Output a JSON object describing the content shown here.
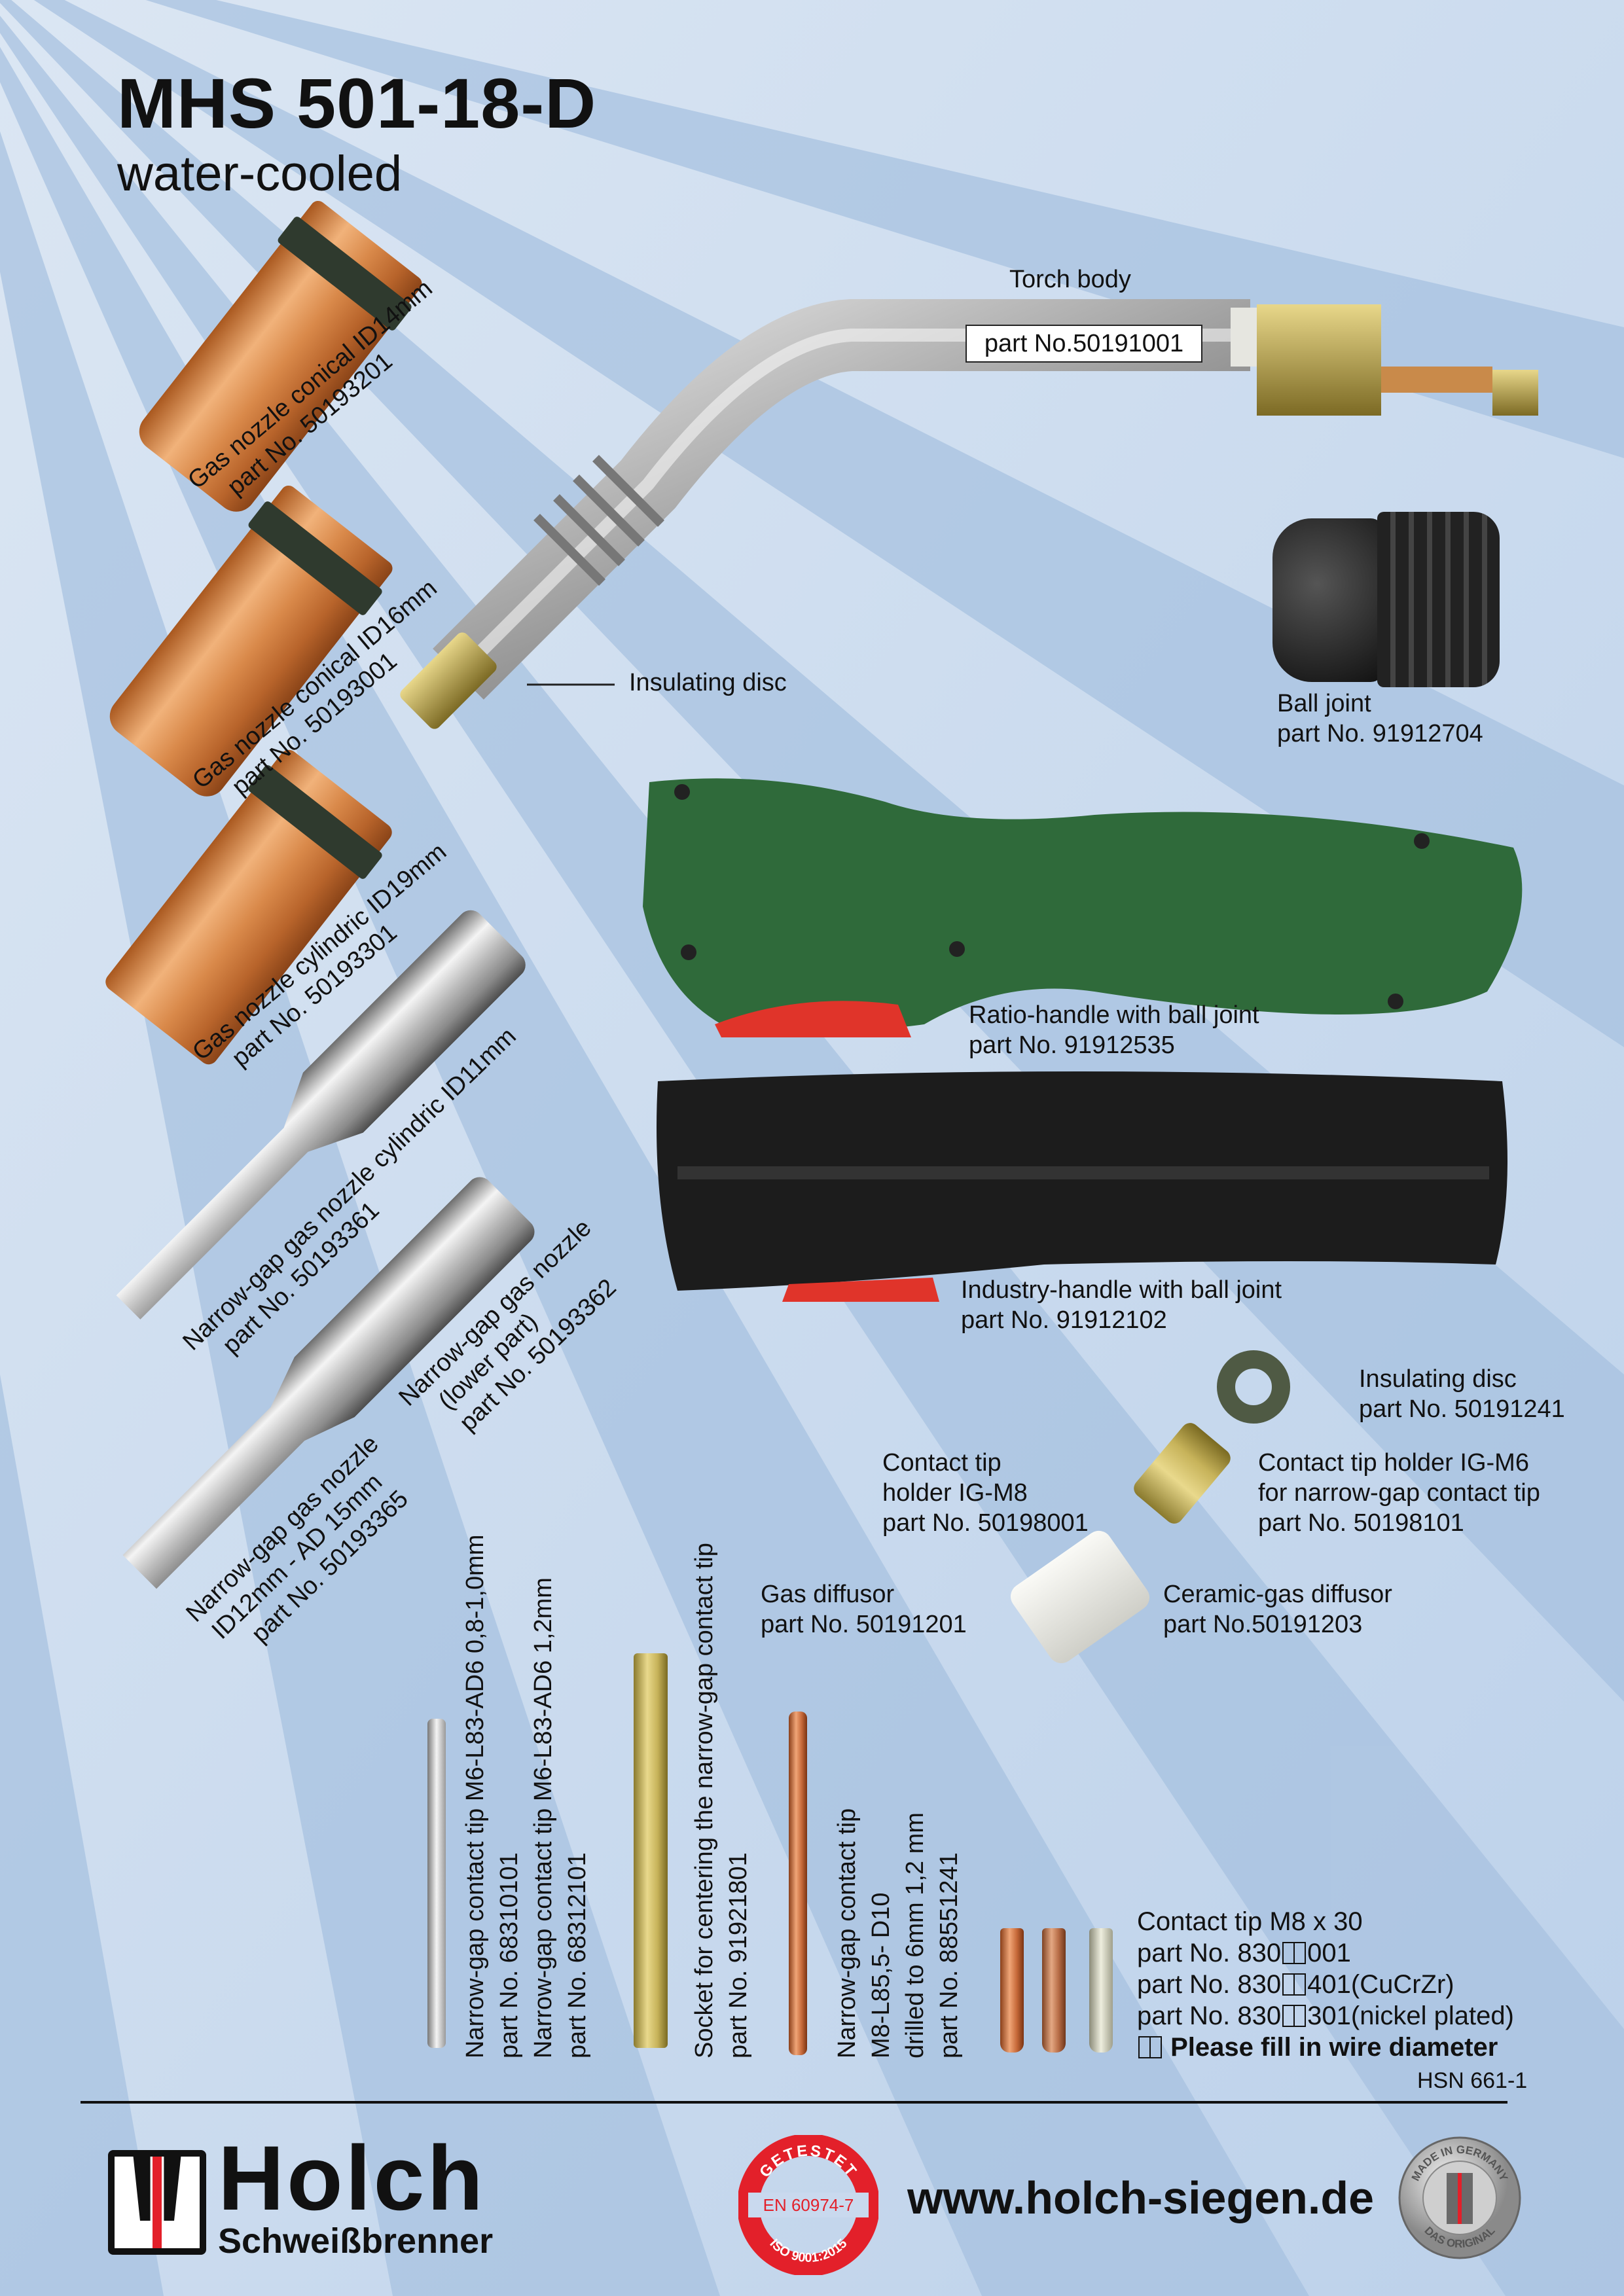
{
  "header": {
    "title": "MHS 501-18-D",
    "subtitle": "water-cooled"
  },
  "torch_body": {
    "label": "Torch body",
    "part_no": "part No.50191001"
  },
  "insulating_disc_callout": "Insulating disc",
  "ball_joint": {
    "name": "Ball joint",
    "part_no": "part No. 91912704"
  },
  "ratio_handle": {
    "name": "Ratio-handle with ball joint",
    "part_no": "part No. 91912535"
  },
  "industry_handle": {
    "name": "Industry-handle with ball joint",
    "part_no": "part No. 91912102"
  },
  "insulating_disc": {
    "name": "Insulating disc",
    "part_no": "part No. 50191241"
  },
  "tip_holder_m6": {
    "line1": "Contact tip holder IG-M6",
    "line2": "for narrow-gap contact tip",
    "part_no": "part No. 50198101"
  },
  "tip_holder_m8": {
    "line1": "Contact tip",
    "line2": "holder IG-M8",
    "part_no": "part No. 50198001"
  },
  "gas_diffusor": {
    "name": "Gas diffusor",
    "part_no": "part No. 50191201"
  },
  "ceramic_diffusor": {
    "name": "Ceramic-gas diffusor",
    "part_no": "part No.50191203"
  },
  "nozzles": [
    {
      "name": "Gas nozzle conical ID14mm",
      "part_no": "part No. 50193201"
    },
    {
      "name": "Gas nozzle conical ID16mm",
      "part_no": "part No. 50193001"
    },
    {
      "name": "Gas nozzle cylindric ID19mm",
      "part_no": "part No. 50193301"
    },
    {
      "name": "Narrow-gap gas nozzle cylindric ID11mm",
      "part_no": "part No. 50193361"
    },
    {
      "name": "Narrow-gap gas nozzle",
      "name2": "(lower part)",
      "part_no": "part No. 50193362"
    },
    {
      "name": "Narrow-gap gas nozzle",
      "name2": "ID12mm - AD 15mm",
      "part_no": "part No. 50193365"
    }
  ],
  "narrow_tips_m6": {
    "l1": "Narrow-gap contact tip M6-L83-AD6 0,8-1,0mm",
    "l2": "part No. 68310101",
    "l3": "Narrow-gap contact tip M6-L83-AD6 1,2mm",
    "l4": "part No. 68312101"
  },
  "socket": {
    "l1": "Socket for centering the narrow-gap contact tip",
    "l2": "part No. 91921801"
  },
  "narrow_tip_m8": {
    "l1": "Narrow-gap contact tip",
    "l2": "M8-L85,5- D10",
    "l3": "drilled to 6mm  1,2 mm",
    "l4": "part No. 88551241"
  },
  "contact_tip_m8": {
    "title": "Contact tip M8 x 30",
    "prefix": "part No. 830",
    "v1": "001",
    "v2": "401(CuCrZr)",
    "v3": "301(nickel plated)",
    "note": "Please fill in wire diameter"
  },
  "doc_code": "HSN 661-1",
  "footer": {
    "brand": "Holch",
    "brand_sub": "Schweißbrenner",
    "stamp_top": "GETESTET",
    "stamp_mid": "EN 60974-7",
    "stamp_bottom": "ISO 9001:2015",
    "url": "www.holch-siegen.de",
    "medal_top": "MADE IN GERMANY",
    "medal_bottom": "DAS ORIGINAL"
  },
  "colors": {
    "background": "#c9d9ee",
    "ray": "#a6c1e0",
    "handle_green": "#2f6a3a",
    "trigger_red": "#e0342a",
    "stamp_red": "#e3202a"
  }
}
